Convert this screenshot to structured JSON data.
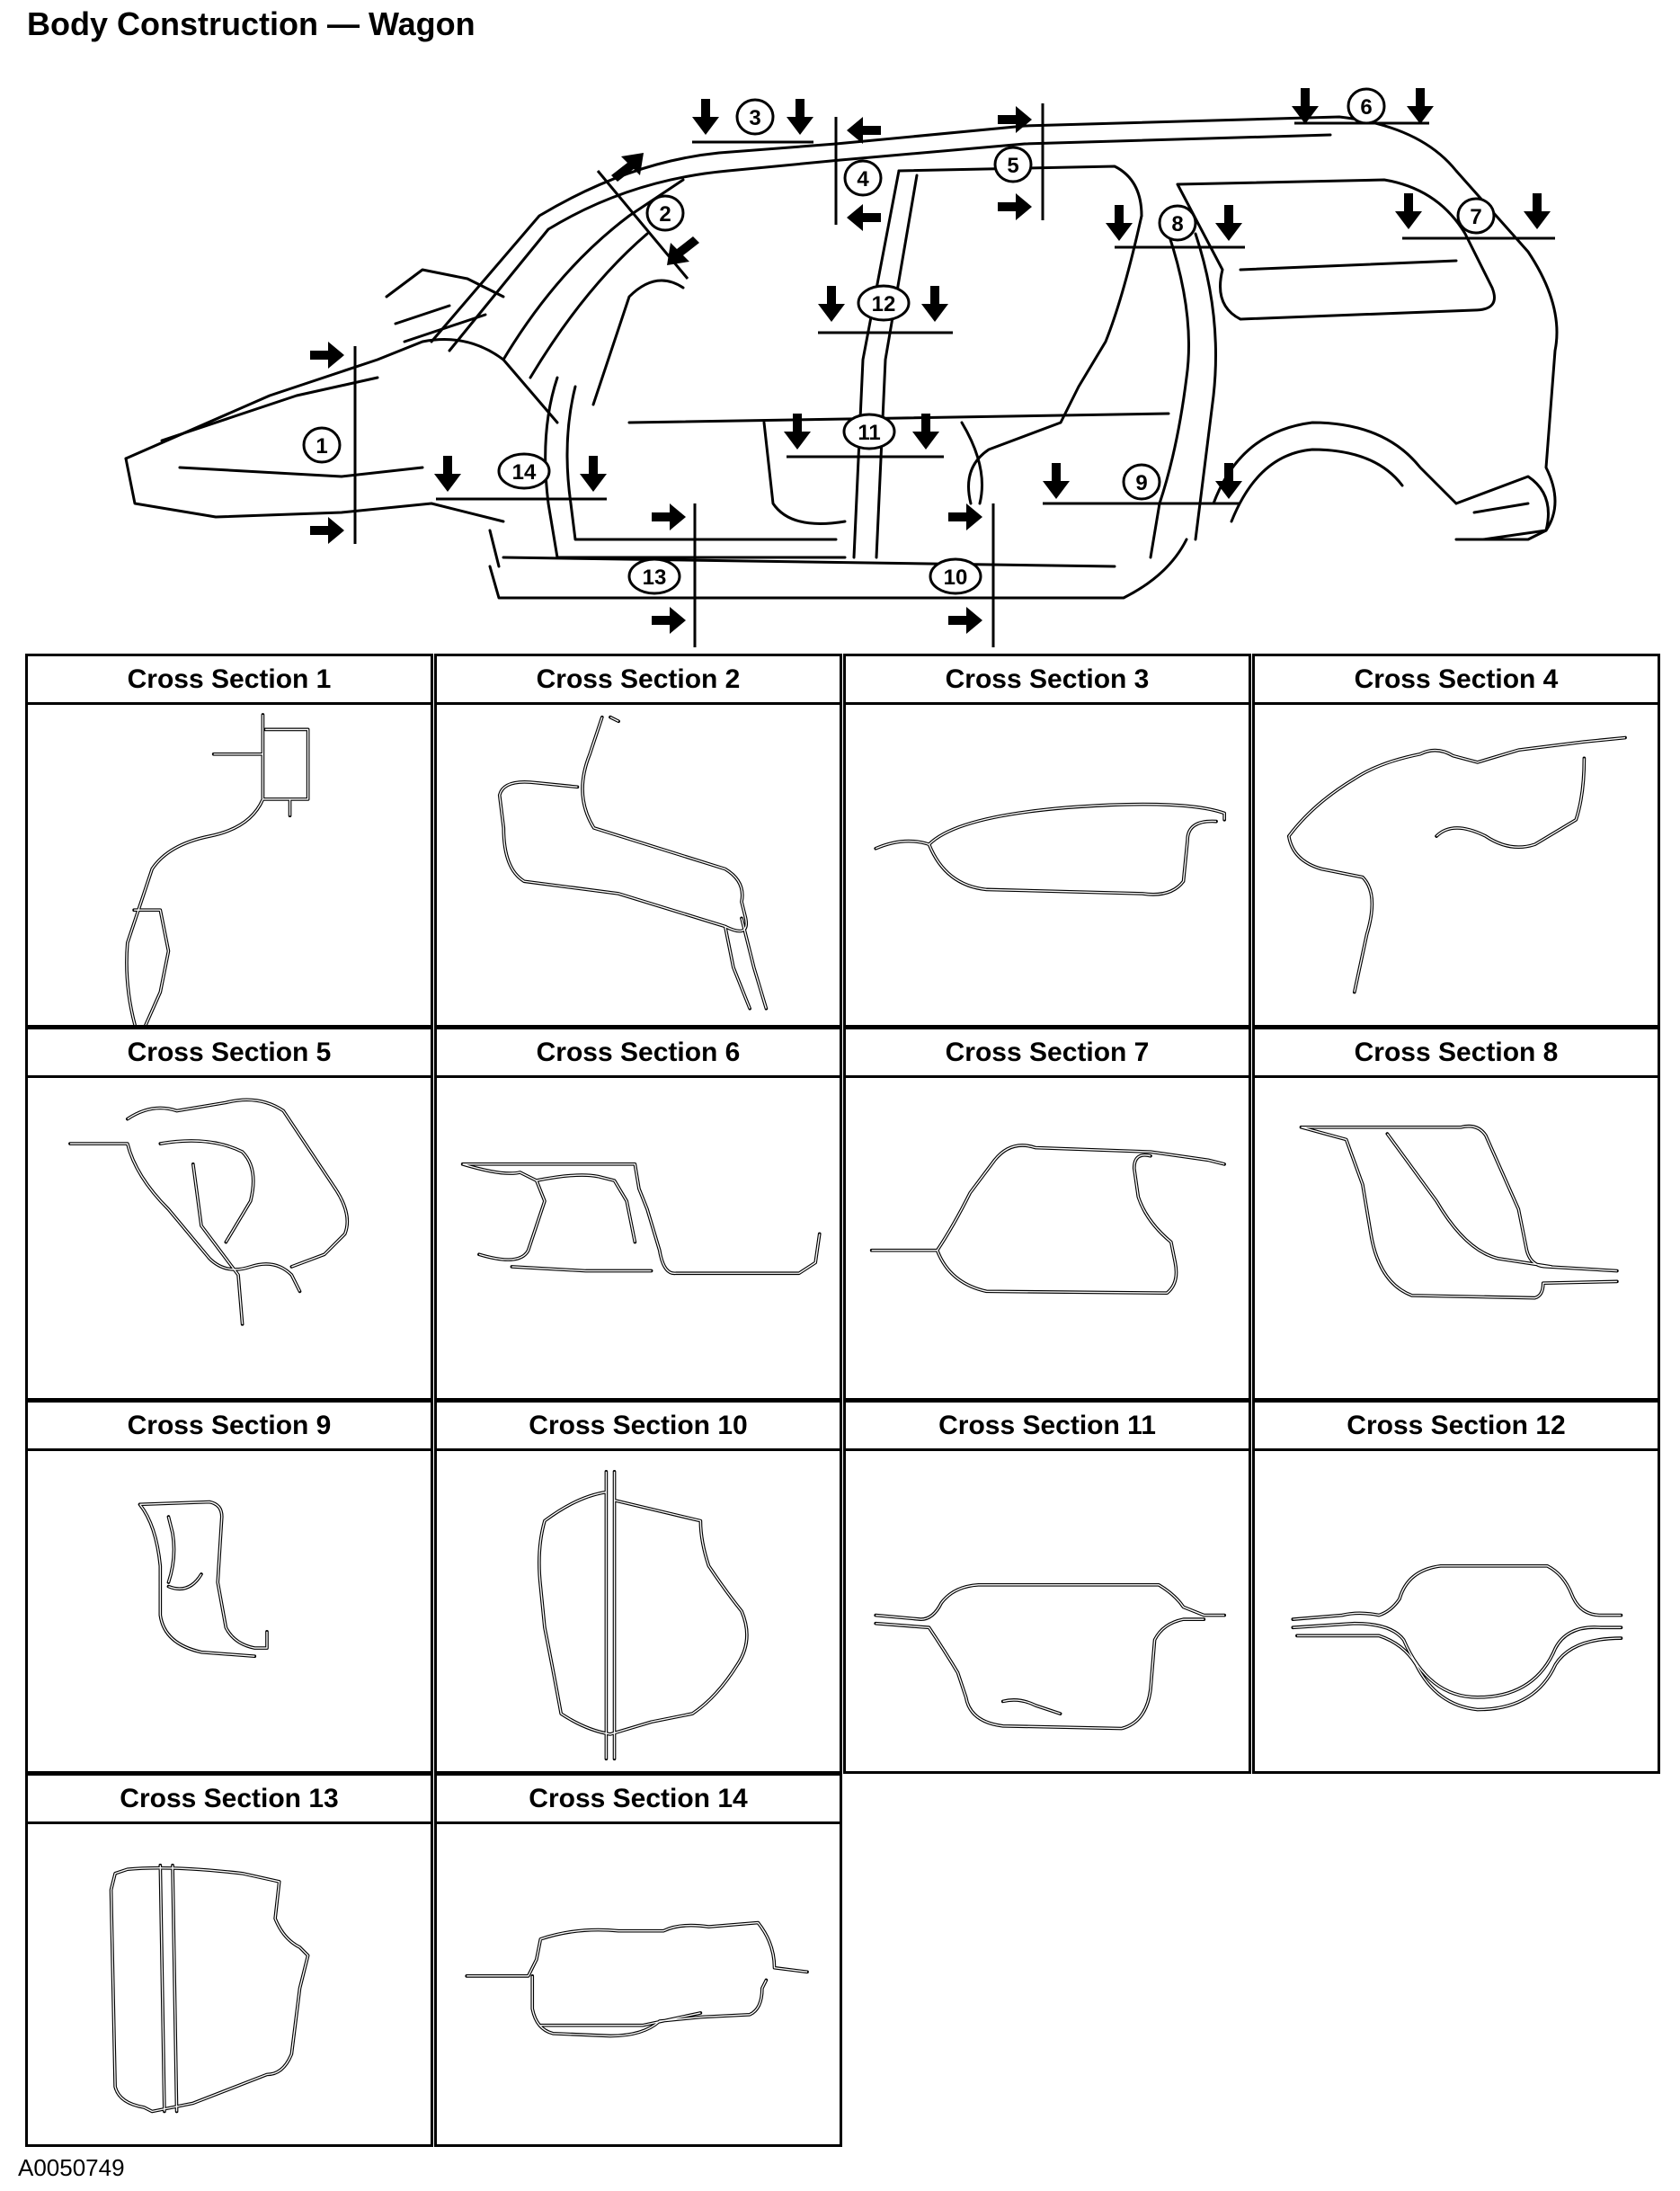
{
  "title": "Body Construction — Wagon",
  "figure_id": "A0050749",
  "callouts": [
    "1",
    "2",
    "3",
    "4",
    "5",
    "6",
    "7",
    "8",
    "9",
    "10",
    "11",
    "12",
    "13",
    "14"
  ],
  "sections": [
    {
      "label": "Cross Section 1"
    },
    {
      "label": "Cross Section 2"
    },
    {
      "label": "Cross Section 3"
    },
    {
      "label": "Cross Section 4"
    },
    {
      "label": "Cross Section 5"
    },
    {
      "label": "Cross Section 6"
    },
    {
      "label": "Cross Section 7"
    },
    {
      "label": "Cross Section 8"
    },
    {
      "label": "Cross Section 9"
    },
    {
      "label": "Cross Section 10"
    },
    {
      "label": "Cross Section 11"
    },
    {
      "label": "Cross Section 12"
    },
    {
      "label": "Cross Section 13"
    },
    {
      "label": "Cross Section 14"
    }
  ]
}
